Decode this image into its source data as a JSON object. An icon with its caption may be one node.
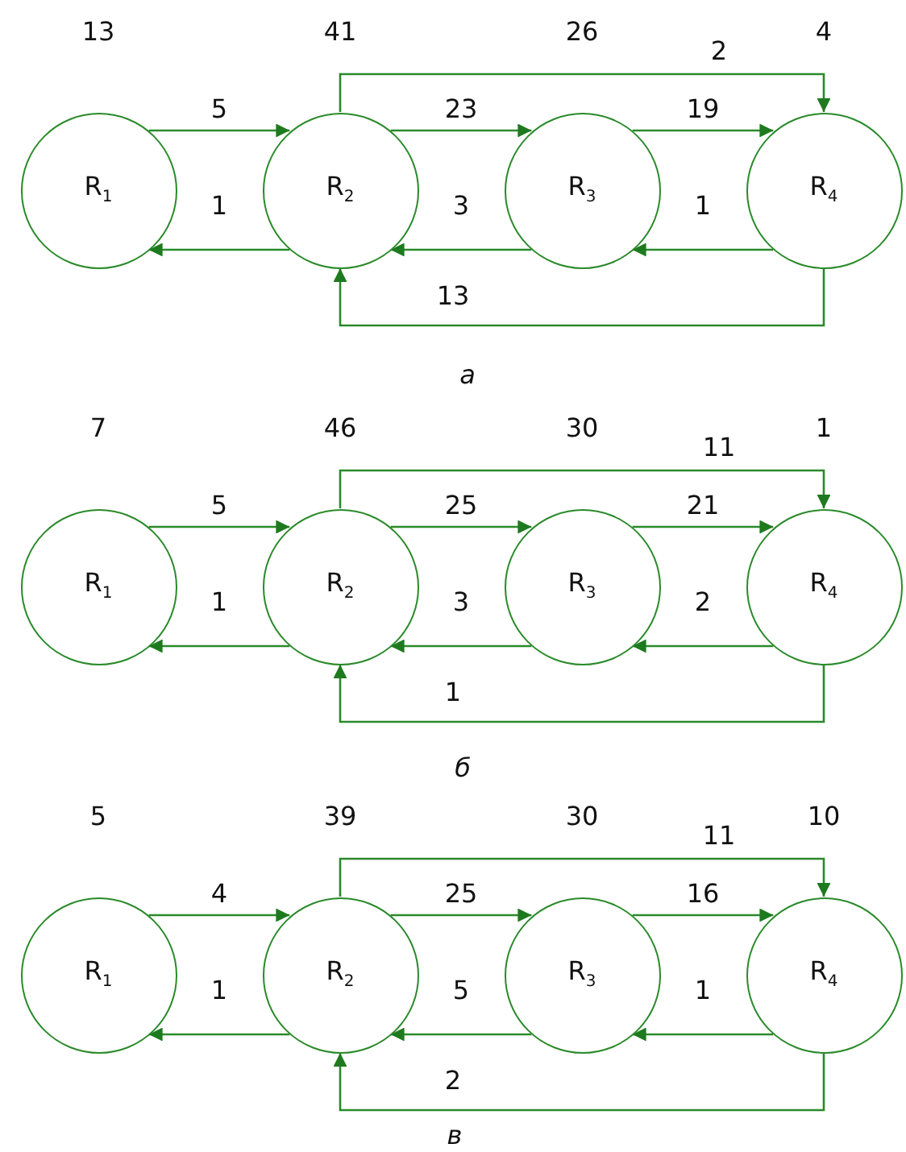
{
  "diagram": {
    "nodes": [
      {
        "text": [
          "R$_{1}$"
        ],
        "beside": [
          "13"
        ]
      },
      {
        "text": [
          "R$_{2}$"
        ],
        "beside": [
          "41"
        ]
      },
      {
        "text": [
          "R$_{3}$"
        ],
        "beside": [
          "26"
        ]
      },
      {
        "text": [
          "R$_{4}$"
        ],
        "beside": [
          "4"
        ]
      },
      {
        "text": [
          "R$_{1}$"
        ],
        "beside": [
          "7"
        ]
      },
      {
        "text": [
          "R$_{2}$"
        ],
        "beside": [
          "46"
        ]
      },
      {
        "text": [
          "R$_{3}$"
        ],
        "beside": [
          "30"
        ]
      },
      {
        "text": [
          "R$_{4}$"
        ],
        "beside": [
          "1"
        ]
      },
      {
        "text": [
          "R$_{1}$"
        ],
        "beside": [
          "5"
        ]
      },
      {
        "text": [
          "R$_{2}$"
        ],
        "beside": [
          "39"
        ]
      },
      {
        "text": [
          "R$_{3}$"
        ],
        "beside": [
          "30"
        ]
      },
      {
        "text": [
          "R$_{4}$"
        ],
        "beside": [
          "10"
        ]
      }
    ],
    "edges": [
      {
        "from": 0,
        "to": 1,
        "arrow": "to",
        "label": "5"
      },
      {
        "from": 1,
        "to": 2,
        "arrow": "to",
        "label": "23"
      },
      {
        "from": 2,
        "to": 3,
        "arrow": "to",
        "label": "19"
      },
      {
        "from": 1,
        "to": 3,
        "arrow": "to",
        "label": "2"
      },
      {
        "from": 1,
        "to": 0,
        "arrow": "to",
        "label": "1"
      },
      {
        "from": 2,
        "to": 1,
        "arrow": "to",
        "label": "3"
      },
      {
        "from": 3,
        "to": 2,
        "arrow": "to",
        "label": "1"
      },
      {
        "from": 3,
        "to": 1,
        "arrow": "to",
        "label": "13"
      },
      {
        "from": 4,
        "to": 5,
        "arrow": "to",
        "label": "5"
      },
      {
        "from": 5,
        "to": 6,
        "arrow": "to",
        "label": "25"
      },
      {
        "from": 6,
        "to": 7,
        "arrow": "to",
        "label": "21"
      },
      {
        "from": 5,
        "to": 7,
        "arrow": "to",
        "label": "11"
      },
      {
        "from": 5,
        "to": 4,
        "arrow": "to",
        "label": "1"
      },
      {
        "from": 6,
        "to": 5,
        "arrow": "to",
        "label": "3"
      },
      {
        "from": 7,
        "to": 6,
        "arrow": "to",
        "label": "2"
      },
      {
        "from": 7,
        "to": 5,
        "arrow": "to",
        "label": "1"
      },
      {
        "from": 8,
        "to": 9,
        "arrow": "to",
        "label": "4"
      },
      {
        "from": 9,
        "to": 10,
        "arrow": "to",
        "label": "25"
      },
      {
        "from": 10,
        "to": 11,
        "arrow": "to",
        "label": "16"
      },
      {
        "from": 9,
        "to": 11,
        "arrow": "to",
        "label": "11"
      },
      {
        "from": 9,
        "to": 8,
        "arrow": "to",
        "label": "1"
      },
      {
        "from": 10,
        "to": 9,
        "arrow": "to",
        "label": "5"
      },
      {
        "from": 11,
        "to": 10,
        "arrow": "to",
        "label": "1"
      },
      {
        "from": 11,
        "to": 9,
        "arrow": "to",
        "label": "2"
      }
    ],
    "labels": [
      "а",
      "б",
      "в"
    ]
  }
}
